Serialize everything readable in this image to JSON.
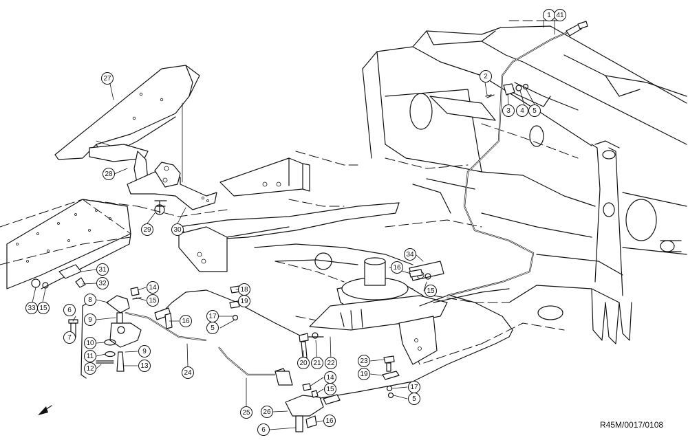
{
  "reference_code": "R45M/0017/0108",
  "callouts": [
    {
      "id": "c1",
      "label": "1"
    },
    {
      "id": "c41",
      "label": "41"
    },
    {
      "id": "c2",
      "label": "2"
    },
    {
      "id": "c3",
      "label": "3"
    },
    {
      "id": "c4",
      "label": "4"
    },
    {
      "id": "c5a",
      "label": "5"
    },
    {
      "id": "c27",
      "label": "27"
    },
    {
      "id": "c28",
      "label": "28"
    },
    {
      "id": "c29",
      "label": "29"
    },
    {
      "id": "c30",
      "label": "30"
    },
    {
      "id": "c31",
      "label": "31"
    },
    {
      "id": "c32",
      "label": "32"
    },
    {
      "id": "c33",
      "label": "33"
    },
    {
      "id": "c15a",
      "label": "15"
    },
    {
      "id": "c34",
      "label": "34"
    },
    {
      "id": "c16a",
      "label": "16"
    },
    {
      "id": "c15b",
      "label": "15"
    },
    {
      "id": "c14a",
      "label": "14"
    },
    {
      "id": "c15c",
      "label": "15"
    },
    {
      "id": "c16b",
      "label": "16"
    },
    {
      "id": "c18",
      "label": "18"
    },
    {
      "id": "c19a",
      "label": "19"
    },
    {
      "id": "c17a",
      "label": "17"
    },
    {
      "id": "c5b",
      "label": "5"
    },
    {
      "id": "c6a",
      "label": "6"
    },
    {
      "id": "c7",
      "label": "7"
    },
    {
      "id": "c8",
      "label": "8"
    },
    {
      "id": "c9a",
      "label": "9"
    },
    {
      "id": "c10",
      "label": "10"
    },
    {
      "id": "c11",
      "label": "11"
    },
    {
      "id": "c9b",
      "label": "9"
    },
    {
      "id": "c12",
      "label": "12"
    },
    {
      "id": "c13",
      "label": "13"
    },
    {
      "id": "c24",
      "label": "24"
    },
    {
      "id": "c20",
      "label": "20"
    },
    {
      "id": "c21",
      "label": "21"
    },
    {
      "id": "c22",
      "label": "22"
    },
    {
      "id": "c23",
      "label": "23"
    },
    {
      "id": "c19b",
      "label": "19"
    },
    {
      "id": "c17b",
      "label": "17"
    },
    {
      "id": "c5c",
      "label": "5"
    },
    {
      "id": "c14b",
      "label": "14"
    },
    {
      "id": "c15d",
      "label": "15"
    },
    {
      "id": "c25",
      "label": "25"
    },
    {
      "id": "c26",
      "label": "26"
    },
    {
      "id": "c16c",
      "label": "16"
    },
    {
      "id": "c6b",
      "label": "6"
    }
  ]
}
